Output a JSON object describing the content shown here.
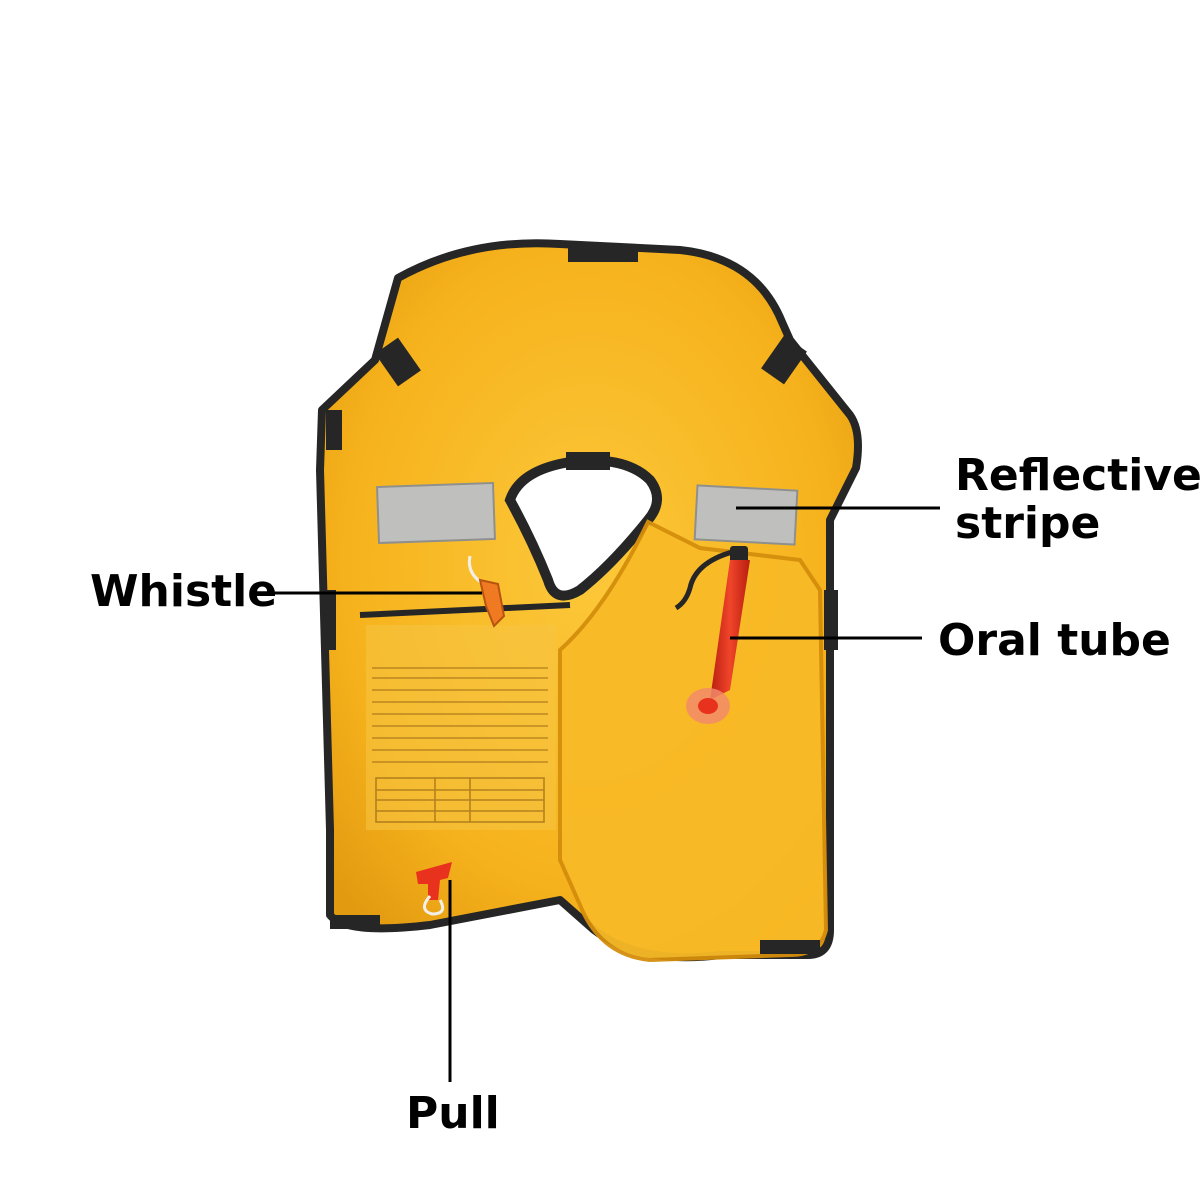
{
  "labels": {
    "whistle": "Whistle",
    "reflective_line1": "Reflective",
    "reflective_line2": "stripe",
    "oral_tube": "Oral tube",
    "pull": "Pull"
  },
  "colors": {
    "vest_yellow": "#f6b21c",
    "vest_light": "#fcc83a",
    "vest_shadow": "#e29a10",
    "binding": "#262626",
    "reflective": "#bfc0bd",
    "tube_red": "#e8321e",
    "whistle_orange": "#f07a22"
  }
}
